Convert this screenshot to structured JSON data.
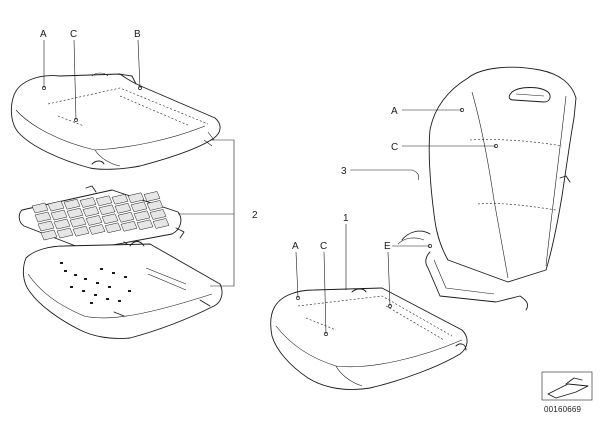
{
  "callouts": {
    "a": "A",
    "b": "B",
    "c": "C",
    "e": "E",
    "n1": "1",
    "n2": "2",
    "n3": "3"
  },
  "document_number": "00160669",
  "parts": [
    {
      "id": "seat-cushion-cover",
      "callout": "A"
    },
    {
      "id": "heating-pad",
      "callout": "2"
    },
    {
      "id": "cushion-foam",
      "callout": "1"
    },
    {
      "id": "backrest",
      "callout": "3"
    }
  ]
}
